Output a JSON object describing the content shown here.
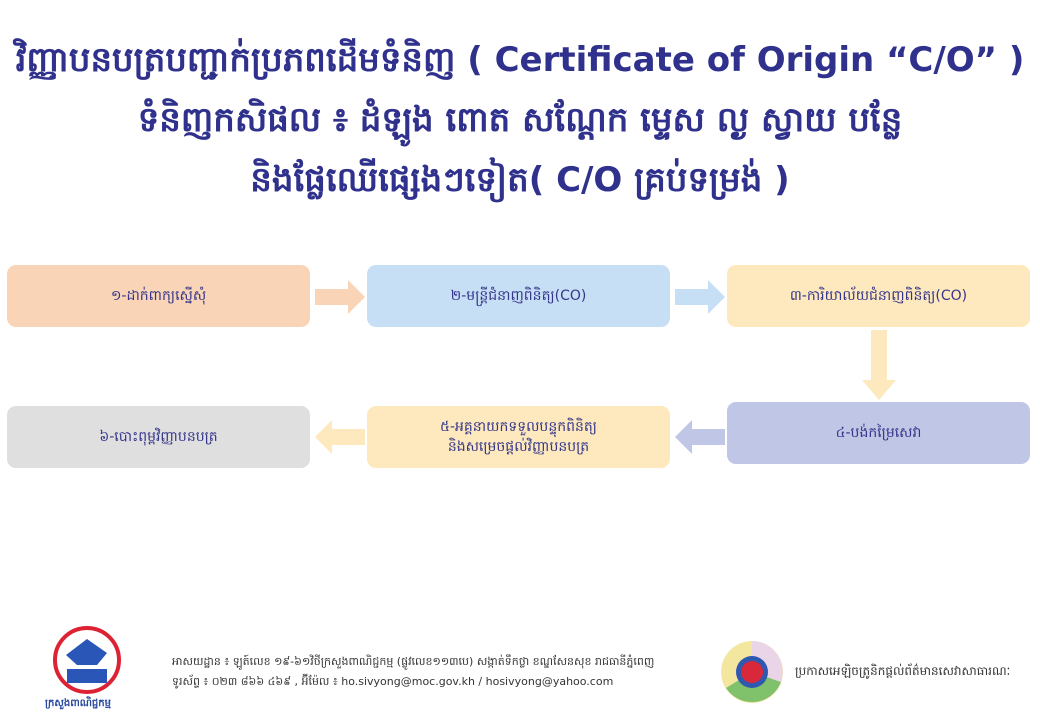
{
  "title": {
    "line1": "វិញ្ញាបនបត្របញ្ជាក់ប្រភពដើមទំនិញ ( Certificate of Origin “C/O” )",
    "line2": "ទំនិញកសិផល ៖ ដំឡូង ពោត សណ្តែក ម្ទេស ល្ង ស្វាយ បន្លែ",
    "line3": "និងផ្លែឈើផ្សេងៗទៀត( C/O គ្រប់ទម្រង់ )"
  },
  "steps": [
    {
      "label": "១-ដាក់ពាក្យស្នើសុំ",
      "color": "#f9d4b6"
    },
    {
      "label": "២-មន្រ្តីជំនាញពិនិត្យ(CO)",
      "color": "#c6dff5"
    },
    {
      "label": "៣-ការិយាល័យជំនាញពិនិត្យ(CO)",
      "color": "#fde9bd"
    },
    {
      "label": "៤-បង់កម្រៃសេវា",
      "color": "#c0c7e6"
    },
    {
      "label": "៥-អគ្គនាយកទទួលបន្ទុកពិនិត្យ",
      "label2": "និងសម្រេចផ្តល់វិញ្ញាបនបត្រ",
      "color": "#fde9bd"
    },
    {
      "label": "៦-បោះពុម្ពវិញ្ញាបនបត្រ",
      "color": "#dfdfdf"
    }
  ],
  "footer": {
    "logo_caption": "ក្រសួងពាណិជ្ជកម្ម",
    "address": "អាសយដ្ឋាន ៖ ឡូត៍លេខ ១៩-៦១វិថីក្រសួងពាណិជ្ជកម្ម (ផ្លូវលេខ១១៣បេ) សង្កាត់ទឹកថ្លា ខណ្ឌសែនសុខ រាជធានីភ្នំពេញ",
    "contact": "ទូរស័ព្ទ ៖ ០២៣ ៨៦៦ ៤៦៩ , អ៊ីម៉ែល ៖ ho.sivyong@moc.gov.kh / hosivyong@yahoo.com",
    "right_text": "ប្រកាសអេឡិចត្រូនិកផ្តល់ព័ត៌មានសេវាសាធារណៈ"
  }
}
